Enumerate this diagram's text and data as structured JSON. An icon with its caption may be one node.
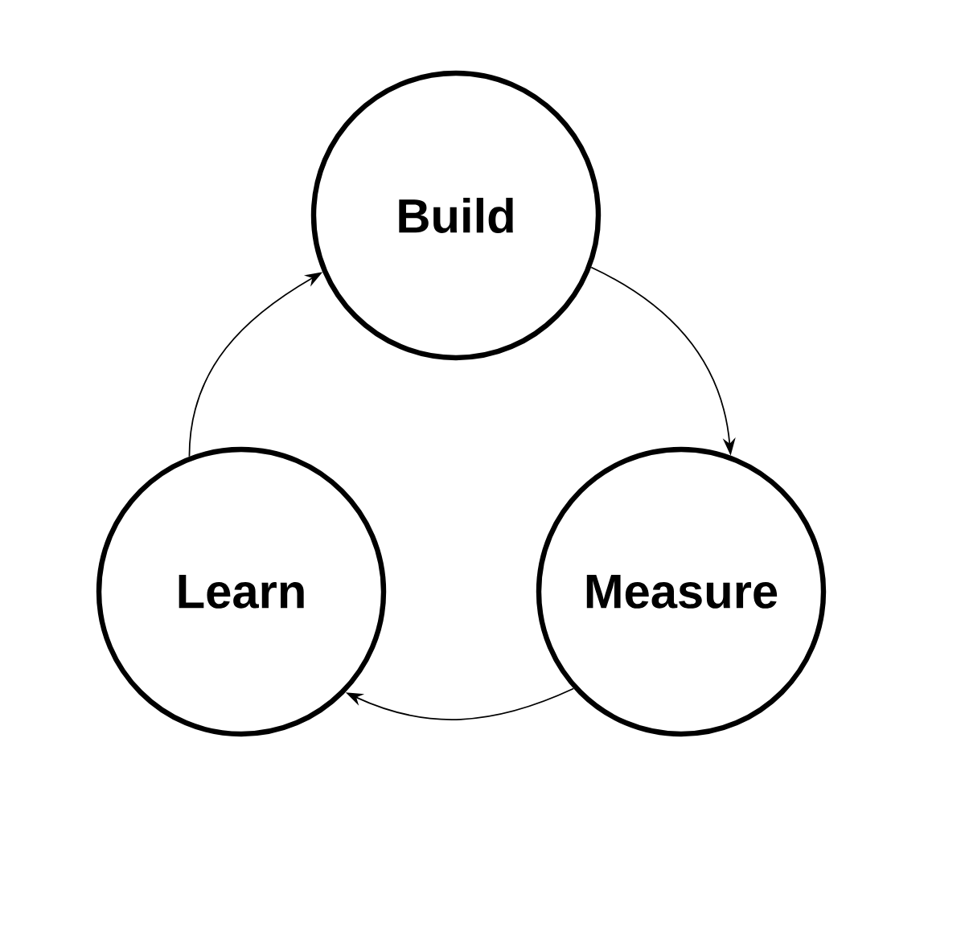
{
  "diagram": {
    "nodes": [
      {
        "text": [
          "Build"
        ]
      },
      {
        "text": [
          "Measure"
        ]
      },
      {
        "text": [
          "Learn"
        ]
      }
    ],
    "edges": [
      {
        "from": 0,
        "to": 1,
        "arrow": "to"
      },
      {
        "from": 1,
        "to": 2,
        "arrow": "to"
      },
      {
        "from": 2,
        "to": 0,
        "arrow": "to"
      }
    ]
  }
}
